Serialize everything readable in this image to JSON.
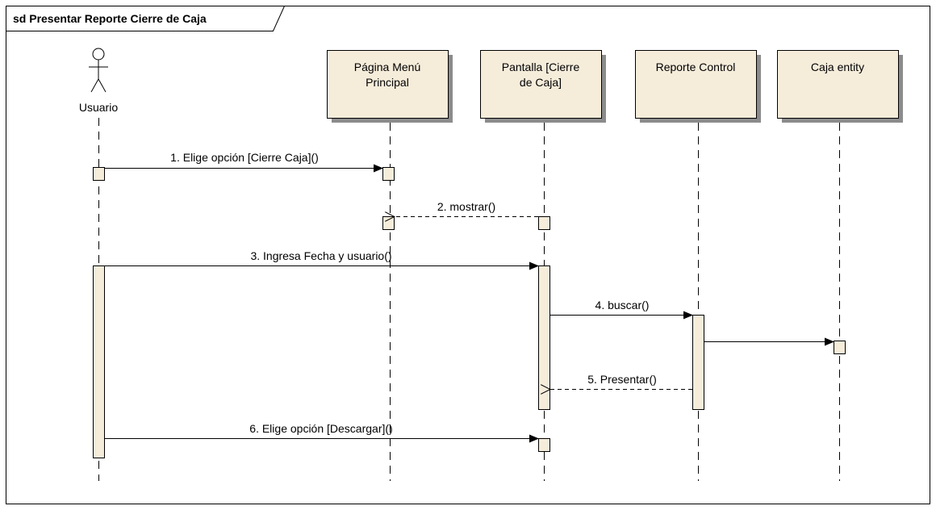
{
  "frame": {
    "title": "sd Presentar Reporte Cierre de Caja"
  },
  "actor": {
    "name": "Usuario"
  },
  "lifelines": [
    {
      "id": "menu",
      "line1": "Página Menú",
      "line2": "Principal"
    },
    {
      "id": "pantalla",
      "line1": "Pantalla [Cierre",
      "line2": "de Caja]"
    },
    {
      "id": "control",
      "line1": "Reporte Control",
      "line2": ""
    },
    {
      "id": "caja",
      "line1": "Caja entity",
      "line2": ""
    }
  ],
  "messages": [
    {
      "n": 1,
      "label": "1. Elige opción [Cierre Caja]()",
      "type": "sync"
    },
    {
      "n": 2,
      "label": "2. mostrar()",
      "type": "return"
    },
    {
      "n": 3,
      "label": "3. Ingresa Fecha y usuario()",
      "type": "sync"
    },
    {
      "n": 4,
      "label": "4. buscar()",
      "type": "sync"
    },
    {
      "n": 5,
      "label": "",
      "type": "sync"
    },
    {
      "n": 6,
      "label": "5. Presentar()",
      "type": "return"
    },
    {
      "n": 7,
      "label": "6. Elige opción [Descargar]()",
      "type": "sync"
    }
  ],
  "colors": {
    "box_fill": "#f5ecda",
    "line": "#000000",
    "shadow": "#8c8c8c"
  }
}
